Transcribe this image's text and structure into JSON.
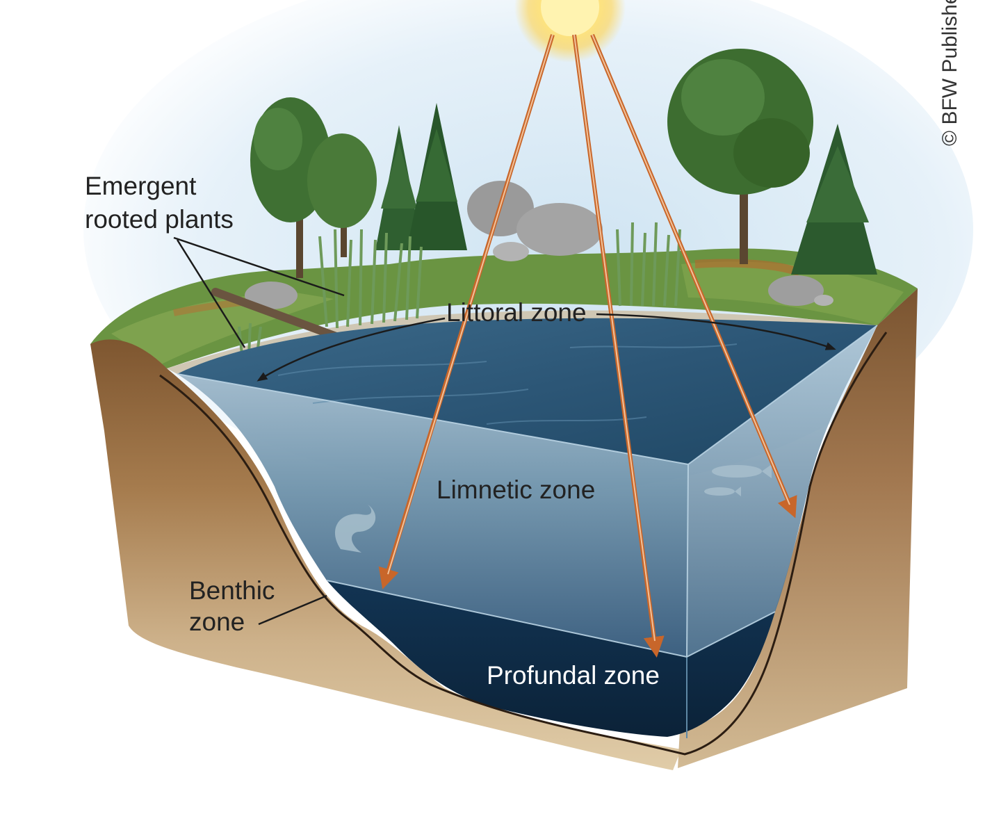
{
  "labels": {
    "emergent_line1": "Emergent",
    "emergent_line2": "rooted plants",
    "littoral": "Littoral zone",
    "limnetic": "Limnetic zone",
    "profundal": "Profundal zone",
    "benthic_line1": "Benthic",
    "benthic_line2": "zone"
  },
  "credit": "© BFW Publishe",
  "colors": {
    "sky": "#d8ebf7",
    "water_surface": "#2f5a78",
    "water_body": "#4f7a96",
    "profundal": "#0f2c44",
    "soil_dark": "#8a6238",
    "soil_light": "#d8c09a",
    "sun_ray": "#c8662a",
    "grass": "#5e8a3a",
    "tree": "#3c6e32",
    "label_dark": "#222222",
    "label_light": "#ffffff"
  }
}
